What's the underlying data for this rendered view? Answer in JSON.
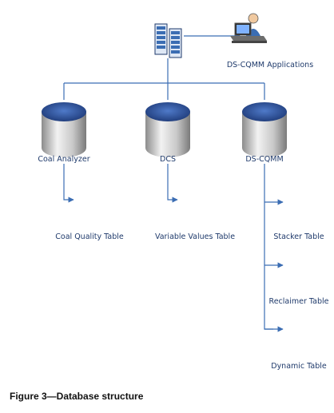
{
  "server_group": {
    "icon": "server-rack-icon"
  },
  "application": {
    "label": "DS-CQMM Applications",
    "icon": "workstation-user-icon"
  },
  "databases": [
    {
      "id": "coal-analyzer",
      "label": "Coal Analyzer",
      "icon": "database-cylinder-icon"
    },
    {
      "id": "dcs",
      "label": "DCS",
      "icon": "database-cylinder-icon"
    },
    {
      "id": "ds-cqmm",
      "label": "DS-CQMM",
      "icon": "database-cylinder-icon"
    }
  ],
  "tables": [
    {
      "id": "coal-quality",
      "label": "Coal Quality Table",
      "icon": "table-document-icon"
    },
    {
      "id": "variable-values",
      "label": "Variable Values Table",
      "icon": "table-document-icon"
    },
    {
      "id": "stacker",
      "label": "Stacker Table",
      "icon": "table-document-icon"
    },
    {
      "id": "reclaimer",
      "label": "Reclaimer Table",
      "icon": "table-document-icon"
    },
    {
      "id": "dynamic",
      "label": "Dynamic Table",
      "icon": "table-document-icon"
    }
  ],
  "caption": "Figure 3—Database structure",
  "colors": {
    "connector": "#3b6db3",
    "cylinder_top": "#2c4d8f",
    "cylinder_body": "#bfbfbf",
    "document": "#4472c4",
    "label": "#1f3a6b"
  }
}
